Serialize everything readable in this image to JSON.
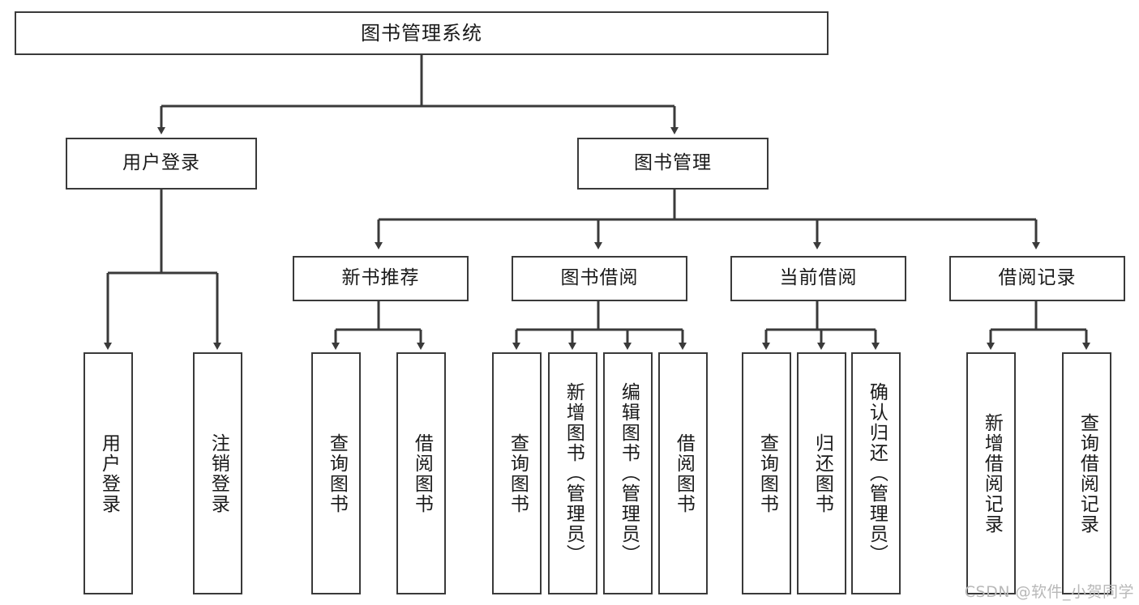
{
  "diagram": {
    "title": "图书管理系统",
    "type": "hierarchical-tree",
    "levels": 4,
    "colors": {
      "box_border": "#3a3a3a",
      "box_fill": "#ffffff",
      "edge": "#3a3a3a",
      "text": "#1a1a1a",
      "background": "#ffffff",
      "watermark": "#b8b8b8"
    },
    "root": {
      "label": "图书管理系统"
    },
    "level2": [
      {
        "label": "用户登录"
      },
      {
        "label": "图书管理"
      }
    ],
    "level3": [
      {
        "label": "新书推荐"
      },
      {
        "label": "图书借阅"
      },
      {
        "label": "当前借阅"
      },
      {
        "label": "借阅记录"
      }
    ],
    "leaves": {
      "user_login": [
        {
          "label": "用户登录"
        },
        {
          "label": "注销登录"
        }
      ],
      "new_book_recommend": [
        {
          "label": "查询图书"
        },
        {
          "label": "借阅图书"
        }
      ],
      "book_borrow": [
        {
          "label": "查询图书"
        },
        {
          "label": "新增图书（管理员）"
        },
        {
          "label": "编辑图书（管理员）"
        },
        {
          "label": "借阅图书"
        }
      ],
      "current_borrow": [
        {
          "label": "查询图书"
        },
        {
          "label": "归还图书"
        },
        {
          "label": "确认归还（管理员）"
        }
      ],
      "borrow_record": [
        {
          "label": "新增借阅记录"
        },
        {
          "label": "查询借阅记录"
        }
      ]
    }
  },
  "watermark": {
    "text": "CSDN @软件_小贺同学"
  }
}
